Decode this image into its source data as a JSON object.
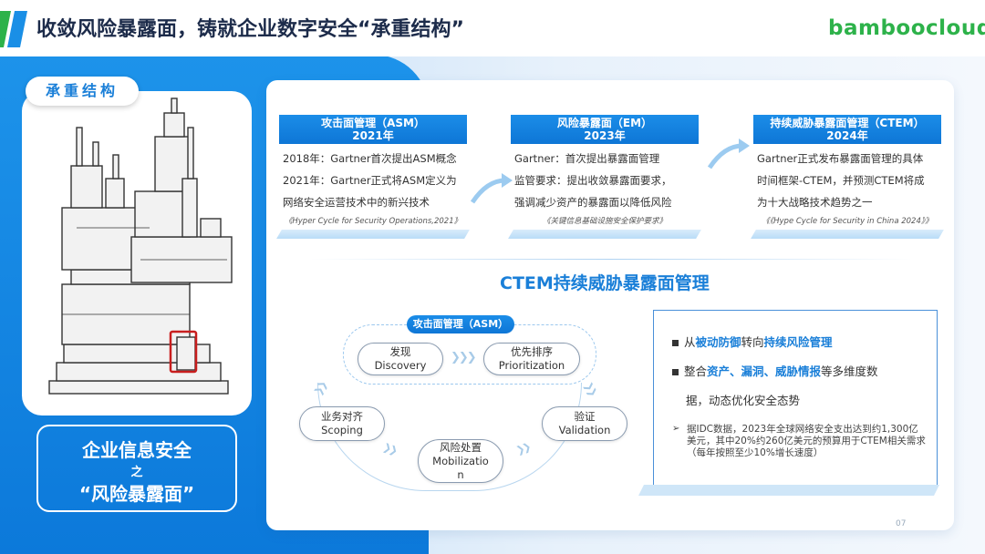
{
  "header": {
    "title": "收敛风险暴露面，铸就企业数字安全“承重结构”",
    "brand": "bamboocloud",
    "accent_color": "#2db24a"
  },
  "left": {
    "pill_label": "承重结构",
    "info_line1": "企业信息安全",
    "info_line2": "之",
    "info_line3": "“风险暴露面”"
  },
  "timeline": [
    {
      "head1": "攻击面管理（ASM）",
      "head2": "2021年",
      "lines": [
        "2018年：Gartner首次提出ASM概念",
        "2021年：Gartner正式将ASM定义为",
        "网络安全运营技术中的新兴技术"
      ],
      "source": "《Hyper Cycle for Security Operations,2021》"
    },
    {
      "head1": "风险暴露面（EM）",
      "head2": "2023年",
      "lines": [
        "Gartner：首次提出暴露面管理",
        "监管要求：提出收敛暴露面要求，",
        "强调减少资产的暴露面以降低风险"
      ],
      "source": "《关键信息基础设施安全保护要求》"
    },
    {
      "head1": "持续威胁暴露面管理（CTEM）",
      "head2": "2024年",
      "lines": [
        "Gartner正式发布暴露面管理的具体",
        "时间框架-CTEM，并预测CTEM将成",
        "为十大战略技术趋势之一"
      ],
      "source": "《《Hype Cycle for Security in China 2024》》"
    }
  ],
  "section_title": "CTEM持续威胁暴露面管理",
  "cycle": {
    "asm_label": "攻击面管理（ASM）",
    "discovery_cn": "发现",
    "discovery_en": "Discovery",
    "prioritization_cn": "优先排序",
    "prioritization_en": "Prioritization",
    "scoping_cn": "业务对齐",
    "scoping_en": "Scoping",
    "validation_cn": "验证",
    "validation_en": "Validation",
    "mobilization_cn": "风险处置",
    "mobilization_en": "Mobilizatio",
    "mobilization_en2": "n"
  },
  "right_box": {
    "b1_a": "从",
    "b1_b": "被动防御",
    "b1_c": "转向",
    "b1_d": "持续风险管理",
    "b2_a": "整合",
    "b2_b": "资产、漏洞、威胁情报",
    "b2_c": "等多维度数",
    "b2_d": "据，动态优化安全态势",
    "note": "据IDC数据，2023年全球网络安全支出达到约1,300亿美元，其中20%约260亿美元的预算用于CTEM相关需求（每年按照至少10%增长速度）"
  },
  "page_number": "07"
}
